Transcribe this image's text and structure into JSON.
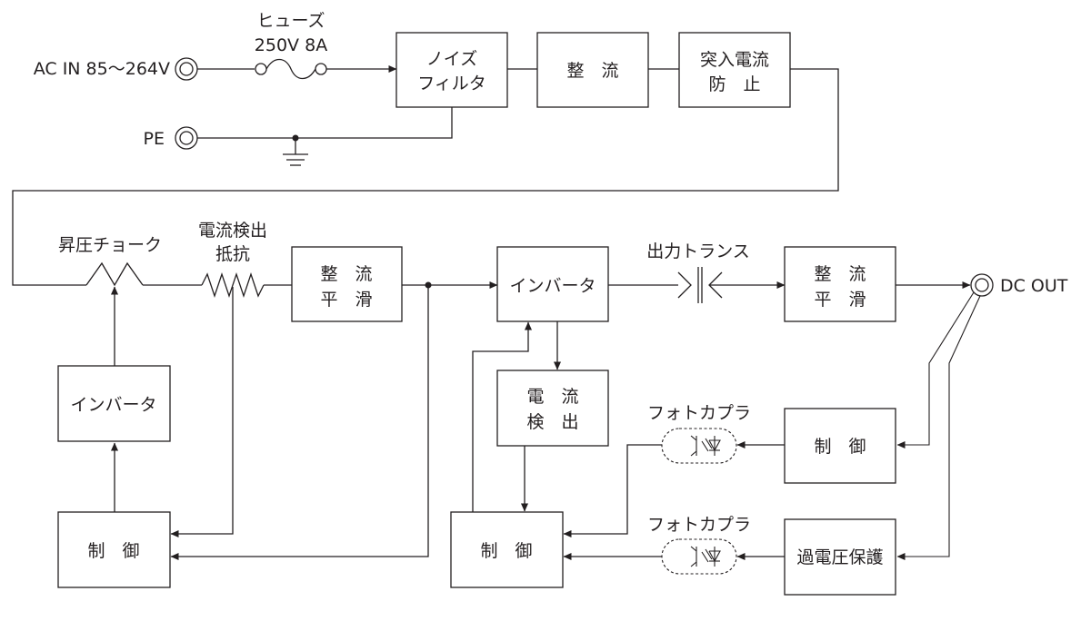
{
  "input": {
    "ac_label": "AC IN 85～264V",
    "pe_label": "PE",
    "fuse_label_1": "ヒューズ",
    "fuse_label_2": "250V 8A"
  },
  "blocks": {
    "noise_filter": [
      "ノイズ",
      "フィルタ"
    ],
    "rectifier": "整　流",
    "inrush_limit": [
      "突入電流",
      "防　止"
    ],
    "boost_choke": "昇圧チョーク",
    "current_sense_resistor": [
      "電流検出",
      "抵抗"
    ],
    "rect_smooth_1": [
      "整　流",
      "平　滑"
    ],
    "inverter_main": "インバータ",
    "output_transformer": "出力トランス",
    "rect_smooth_2": [
      "整　流",
      "平　滑"
    ],
    "dc_out": "DC OUT",
    "inverter_pfc": "インバータ",
    "control_pfc": "制　御",
    "current_detect": [
      "電　流",
      "検　出"
    ],
    "control_main": "制　御",
    "photocoupler_1": "フォトカプラ",
    "control_feedback": "制　御",
    "photocoupler_2": "フォトカプラ",
    "overvoltage_protect": "過電圧保護"
  }
}
